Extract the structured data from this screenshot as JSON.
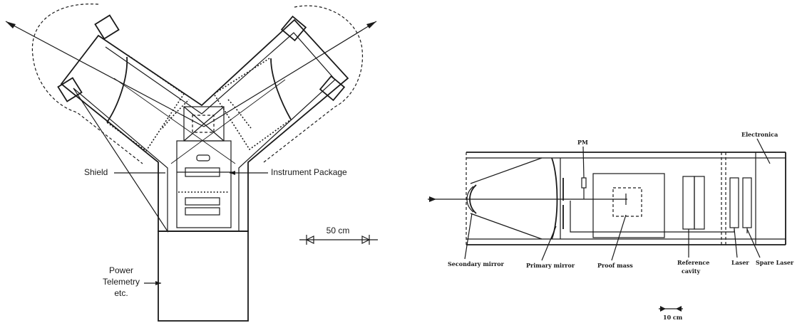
{
  "left_diagram": {
    "labels": {
      "shield": "Shield",
      "instrument_package": "Instrument Package",
      "power_line1": "Power",
      "power_line2": "Telemetry",
      "power_line3": "etc.",
      "scale": "50 cm"
    }
  },
  "right_diagram": {
    "labels": {
      "pm": "PM",
      "electronics": "Electronica",
      "secondary_mirror": "Secondary mirror",
      "primary_mirror": "Primary mirror",
      "proof_mass": "Proof mass",
      "reference_cavity_line1": "Reference",
      "reference_cavity_line2": "cavity",
      "laser": "Laser",
      "spare_laser": "Spare Laser",
      "scale": "10 cm"
    }
  }
}
